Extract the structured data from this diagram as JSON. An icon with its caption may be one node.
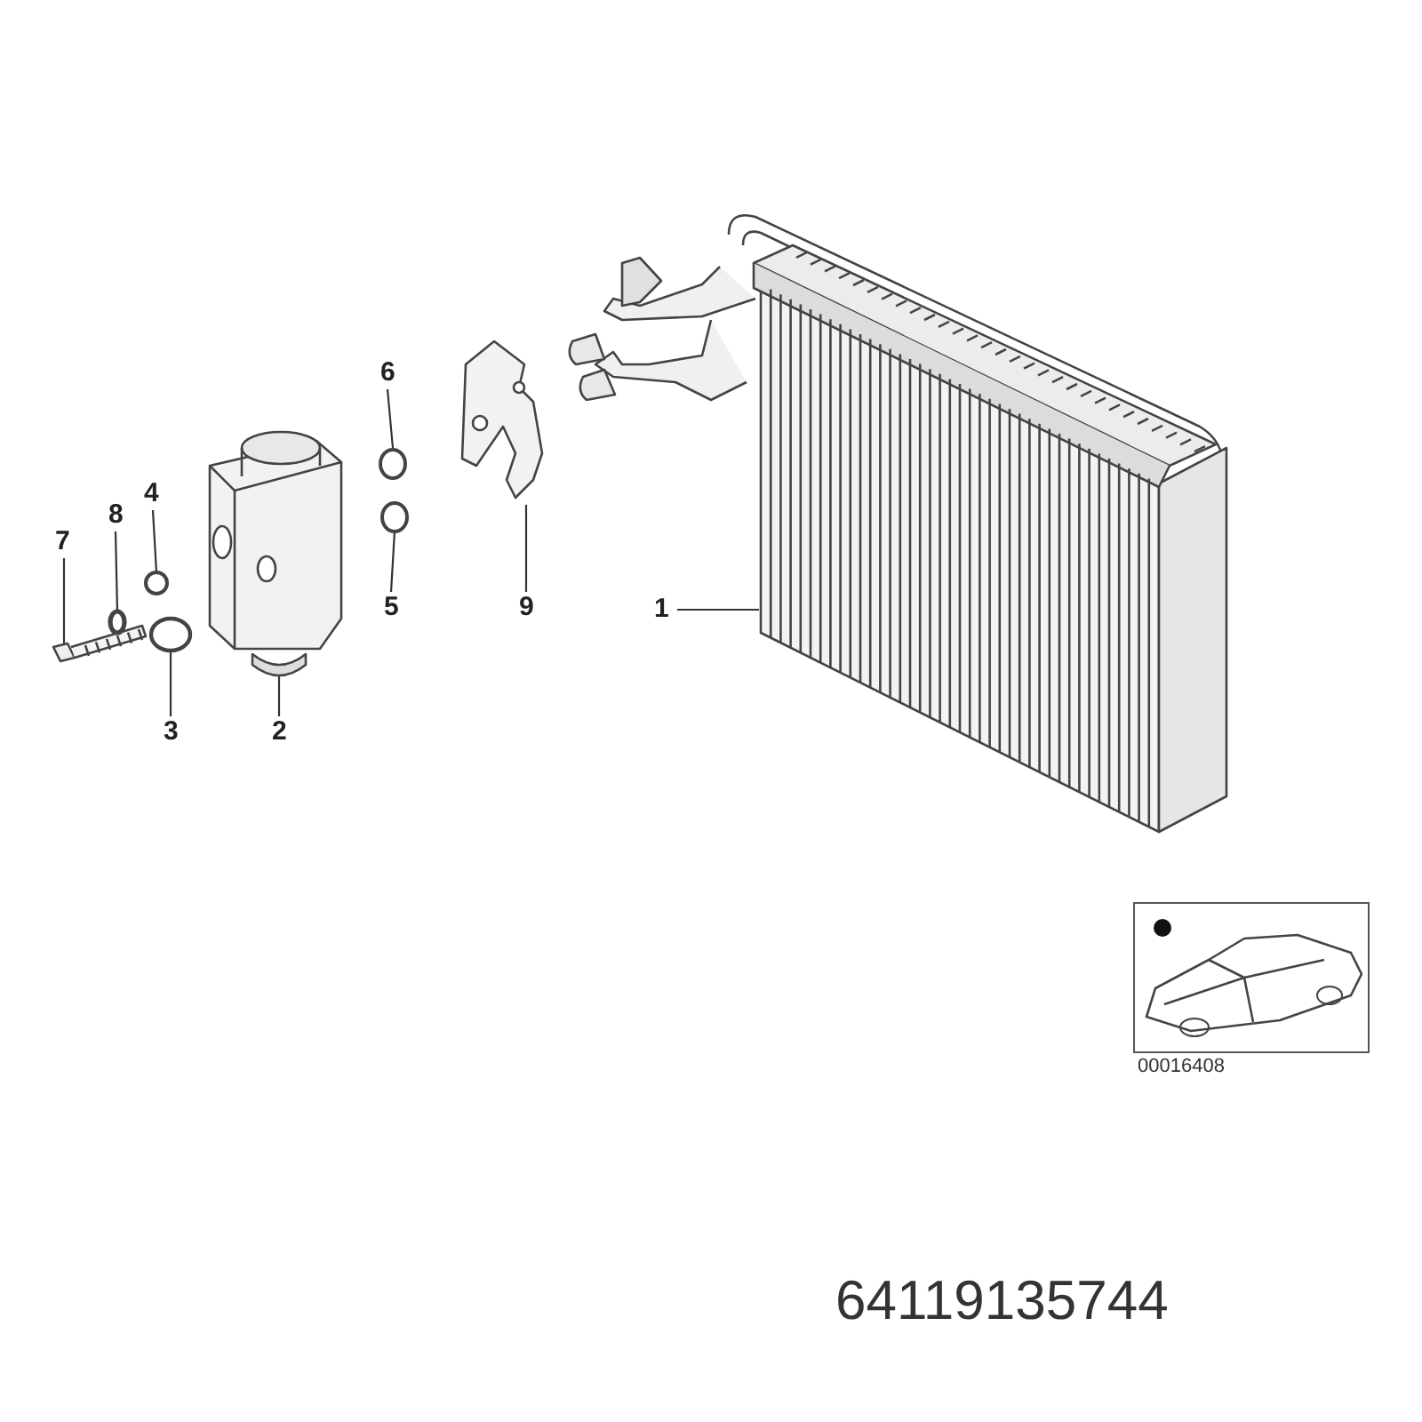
{
  "diagram": {
    "nodes": [
      {
        "text": [
          "1"
        ]
      },
      {
        "text": [
          "2"
        ]
      },
      {
        "text": [
          "3"
        ]
      },
      {
        "text": [
          "4"
        ]
      },
      {
        "text": [
          "5"
        ]
      },
      {
        "text": [
          "6"
        ]
      },
      {
        "text": [
          "7"
        ]
      },
      {
        "text": [
          "8"
        ]
      },
      {
        "text": [
          "9"
        ]
      },
      {
        "text": [],
        "shape": "picture"
      },
      {
        "text": [],
        "shape": "picture"
      },
      {
        "text": [],
        "shape": "circle"
      },
      {
        "text": [],
        "shape": "circle"
      },
      {
        "text": [],
        "shape": "circle"
      },
      {
        "text": [],
        "shape": "circle"
      },
      {
        "text": [],
        "shape": "picture"
      },
      {
        "text": [],
        "shape": "circle"
      },
      {
        "text": [],
        "shape": "picture"
      }
    ],
    "edges": [
      {
        "from": 0,
        "to": 9,
        "arrow": "none"
      },
      {
        "from": 1,
        "to": 10,
        "arrow": "none"
      },
      {
        "from": 2,
        "to": 11,
        "arrow": "none"
      },
      {
        "from": 3,
        "to": 12,
        "arrow": "none"
      },
      {
        "from": 4,
        "to": 13,
        "arrow": "none"
      },
      {
        "from": 5,
        "to": 14,
        "arrow": "none"
      },
      {
        "from": 6,
        "to": 15,
        "arrow": "none"
      },
      {
        "from": 7,
        "to": 16,
        "arrow": "none"
      },
      {
        "from": 8,
        "to": 17,
        "arrow": "none"
      }
    ],
    "labels": [
      "00016408",
      "64119135744"
    ]
  }
}
